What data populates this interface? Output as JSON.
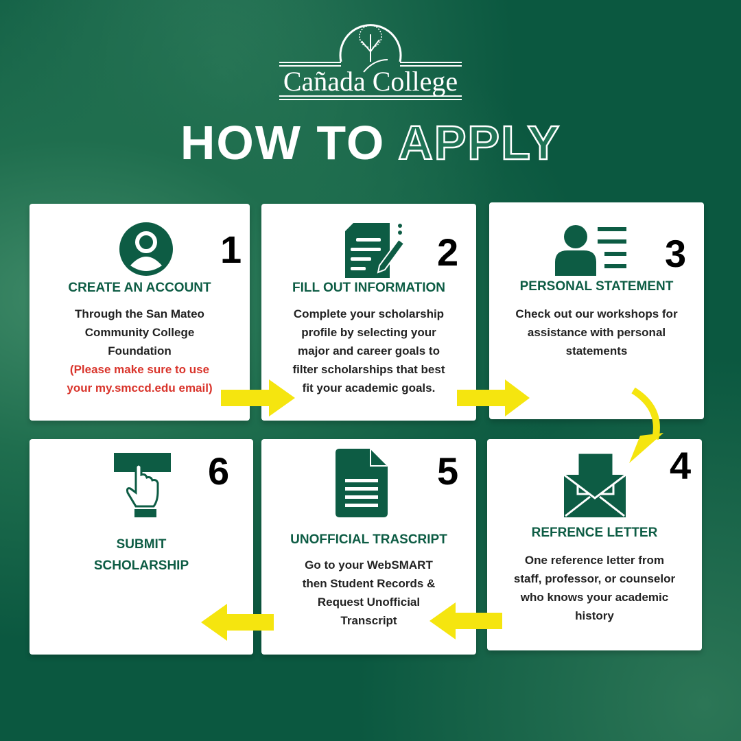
{
  "brand": {
    "name": "Cañada College"
  },
  "title": {
    "part1": "HOW TO",
    "part2": "APPLY"
  },
  "colors": {
    "green": "#0d5c44",
    "yellow": "#f5e50f",
    "red": "#d9342b",
    "background": "#0b5840"
  },
  "steps": [
    {
      "number": "1",
      "heading": "CREATE AN ACCOUNT",
      "body": [
        "Through the San Mateo",
        "Community College",
        "Foundation"
      ],
      "note": [
        "(Please make sure to use",
        "your my.smccd.edu email)"
      ],
      "icon": "user-icon"
    },
    {
      "number": "2",
      "heading": "FILL OUT INFORMATION",
      "body": [
        "Complete your scholarship",
        "profile by selecting your",
        "major and career goals to",
        "filter scholarships that best",
        "fit your academic goals."
      ],
      "icon": "form-pencil-icon"
    },
    {
      "number": "3",
      "heading": "PERSONAL STATEMENT",
      "body": [
        "Check out our workshops for",
        "assistance with personal",
        "statements"
      ],
      "icon": "profile-list-icon"
    },
    {
      "number": "4",
      "heading": "REFRENCE LETTER",
      "body": [
        "One reference letter from",
        "staff, professor, or counselor",
        "who knows your academic",
        "history"
      ],
      "icon": "envelope-letter-icon"
    },
    {
      "number": "5",
      "heading": "UNOFFICIAL TRASCRIPT",
      "body": [
        "Go to your WebSMART",
        "then Student Records &",
        "Request Unofficial",
        "Transcript"
      ],
      "icon": "document-icon"
    },
    {
      "number": "6",
      "heading": [
        "SUBMIT",
        "SCHOLARSHIP"
      ],
      "icon": "click-button-icon"
    }
  ]
}
